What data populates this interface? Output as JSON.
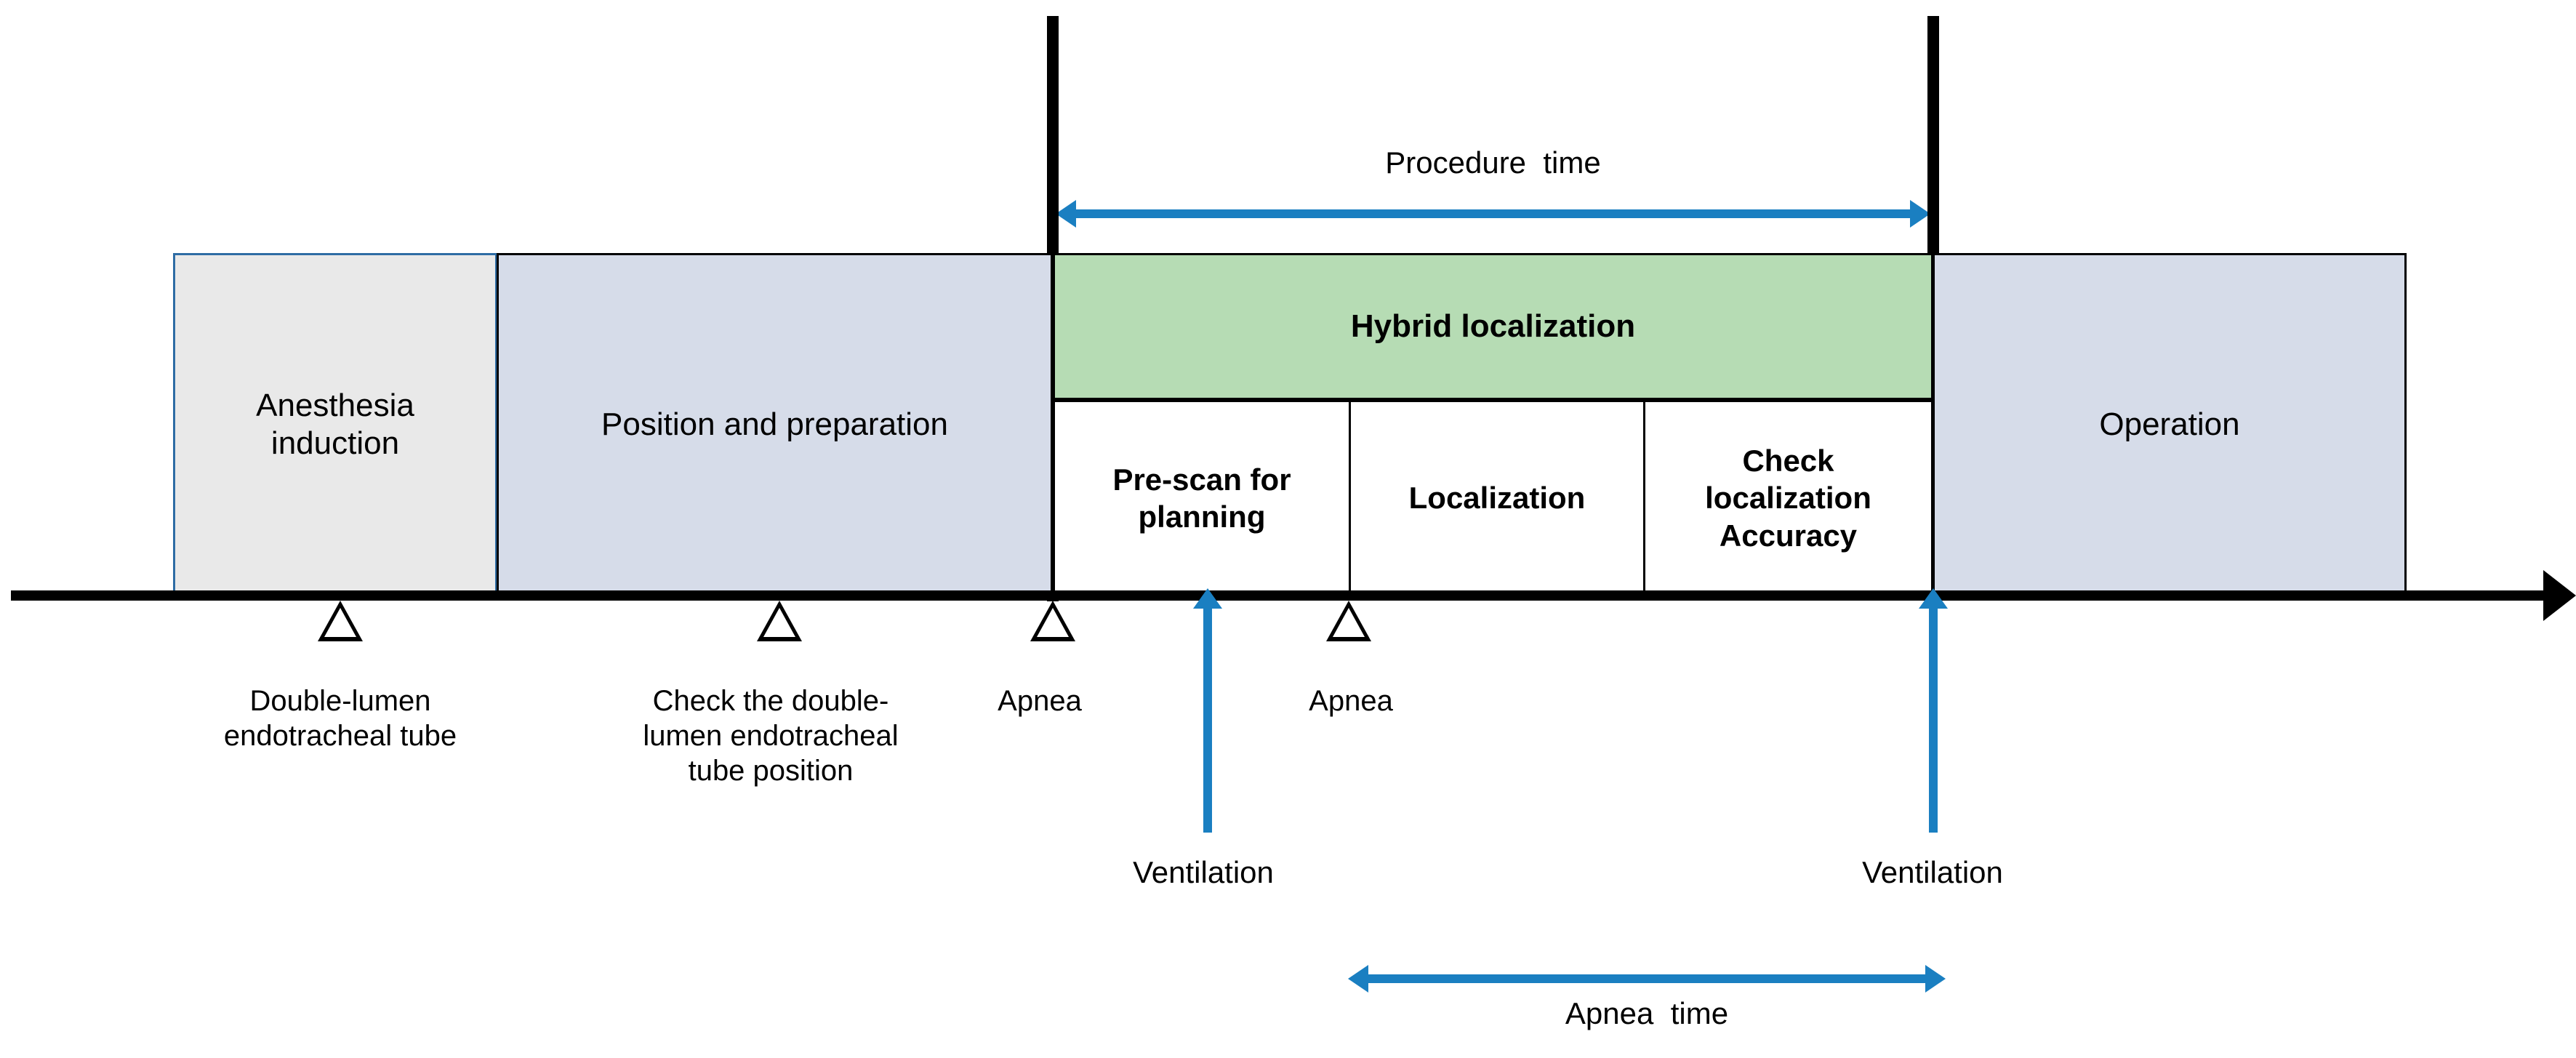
{
  "diagram": {
    "title": "Hybrid localization surgical workflow timeline",
    "colors": {
      "accent_blue": "#1a7fc1",
      "box_border_blue": "#2e6ca4",
      "anesthesia_fill": "#e9e9e9",
      "phase_fill": "#d6dce9",
      "hybrid_fill": "#b6dcb4",
      "axis_black": "#000000"
    }
  },
  "phases": [
    {
      "id": "anesthesia-induction",
      "label": "Anesthesia\ninduction",
      "fill": "#e9e9e9"
    },
    {
      "id": "position-preparation",
      "label": "Position and preparation",
      "fill": "#d6dce9"
    },
    {
      "id": "operation",
      "label": "Operation",
      "fill": "#d6dce9"
    }
  ],
  "hybrid": {
    "header_label": "Hybrid localization",
    "steps": [
      {
        "id": "pre-scan-planning",
        "label": "Pre-scan for\nplanning"
      },
      {
        "id": "localization",
        "label": "Localization"
      },
      {
        "id": "check-localization-accuracy",
        "label": "Check\nlocalization\nAccuracy"
      }
    ]
  },
  "events": [
    {
      "id": "double-lumen-tube",
      "label": "Double-lumen\nendotracheal tube",
      "marker": "triangle"
    },
    {
      "id": "check-tube-position",
      "label": "Check the double-\nlumen endotracheal\ntube position",
      "marker": "triangle"
    },
    {
      "id": "apnea-start",
      "label": "Apnea",
      "marker": "triangle"
    },
    {
      "id": "apnea-second",
      "label": "Apnea",
      "marker": "triangle"
    }
  ],
  "ventilation": [
    {
      "id": "ventilation-first",
      "label": "Ventilation",
      "marker": "up-arrow"
    },
    {
      "id": "ventilation-second",
      "label": "Ventilation",
      "marker": "up-arrow"
    }
  ],
  "spans": [
    {
      "id": "procedure-time",
      "label": "Procedure  time",
      "marker": "double-arrow"
    },
    {
      "id": "apnea-time",
      "label": "Apnea  time",
      "marker": "double-arrow"
    }
  ]
}
